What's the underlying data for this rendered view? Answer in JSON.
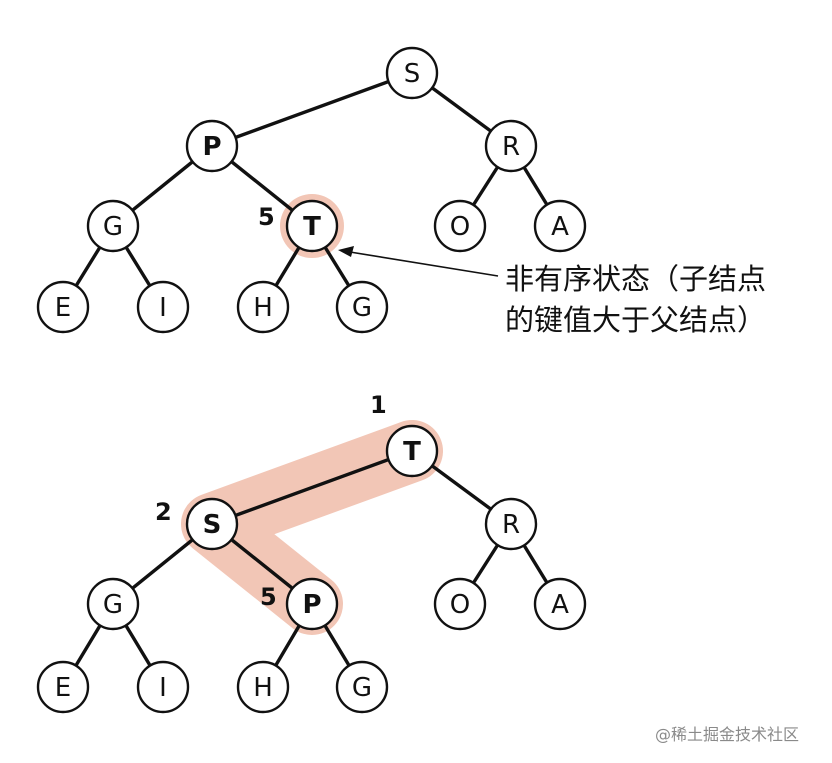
{
  "colors": {
    "highlight": "#f2c6b6",
    "ink": "#111111",
    "watermark": "#8a8a8a"
  },
  "top_tree": {
    "nodes": [
      {
        "id": "t-s",
        "label": "S",
        "bold": false
      },
      {
        "id": "t-p",
        "label": "P",
        "bold": true
      },
      {
        "id": "t-r",
        "label": "R",
        "bold": false
      },
      {
        "id": "t-g1",
        "label": "G",
        "bold": false
      },
      {
        "id": "t-t",
        "label": "T",
        "bold": true
      },
      {
        "id": "t-o",
        "label": "O",
        "bold": false
      },
      {
        "id": "t-a",
        "label": "A",
        "bold": false
      },
      {
        "id": "t-e",
        "label": "E",
        "bold": false
      },
      {
        "id": "t-i",
        "label": "I",
        "bold": false
      },
      {
        "id": "t-h",
        "label": "H",
        "bold": false
      },
      {
        "id": "t-g2",
        "label": "G",
        "bold": false
      }
    ],
    "index_label": "5",
    "callout_line1": "非有序状态（子结点",
    "callout_line2": "的键值大于父结点）"
  },
  "bottom_tree": {
    "nodes": [
      {
        "id": "b-t",
        "label": "T",
        "bold": true
      },
      {
        "id": "b-s",
        "label": "S",
        "bold": true
      },
      {
        "id": "b-r",
        "label": "R",
        "bold": false
      },
      {
        "id": "b-g1",
        "label": "G",
        "bold": false
      },
      {
        "id": "b-p",
        "label": "P",
        "bold": true
      },
      {
        "id": "b-o",
        "label": "O",
        "bold": false
      },
      {
        "id": "b-a",
        "label": "A",
        "bold": false
      },
      {
        "id": "b-e",
        "label": "E",
        "bold": false
      },
      {
        "id": "b-i",
        "label": "I",
        "bold": false
      },
      {
        "id": "b-h",
        "label": "H",
        "bold": false
      },
      {
        "id": "b-g2",
        "label": "G",
        "bold": false
      }
    ],
    "index_labels": [
      "1",
      "2",
      "5"
    ]
  },
  "watermark": "@稀土掘金技术社区"
}
